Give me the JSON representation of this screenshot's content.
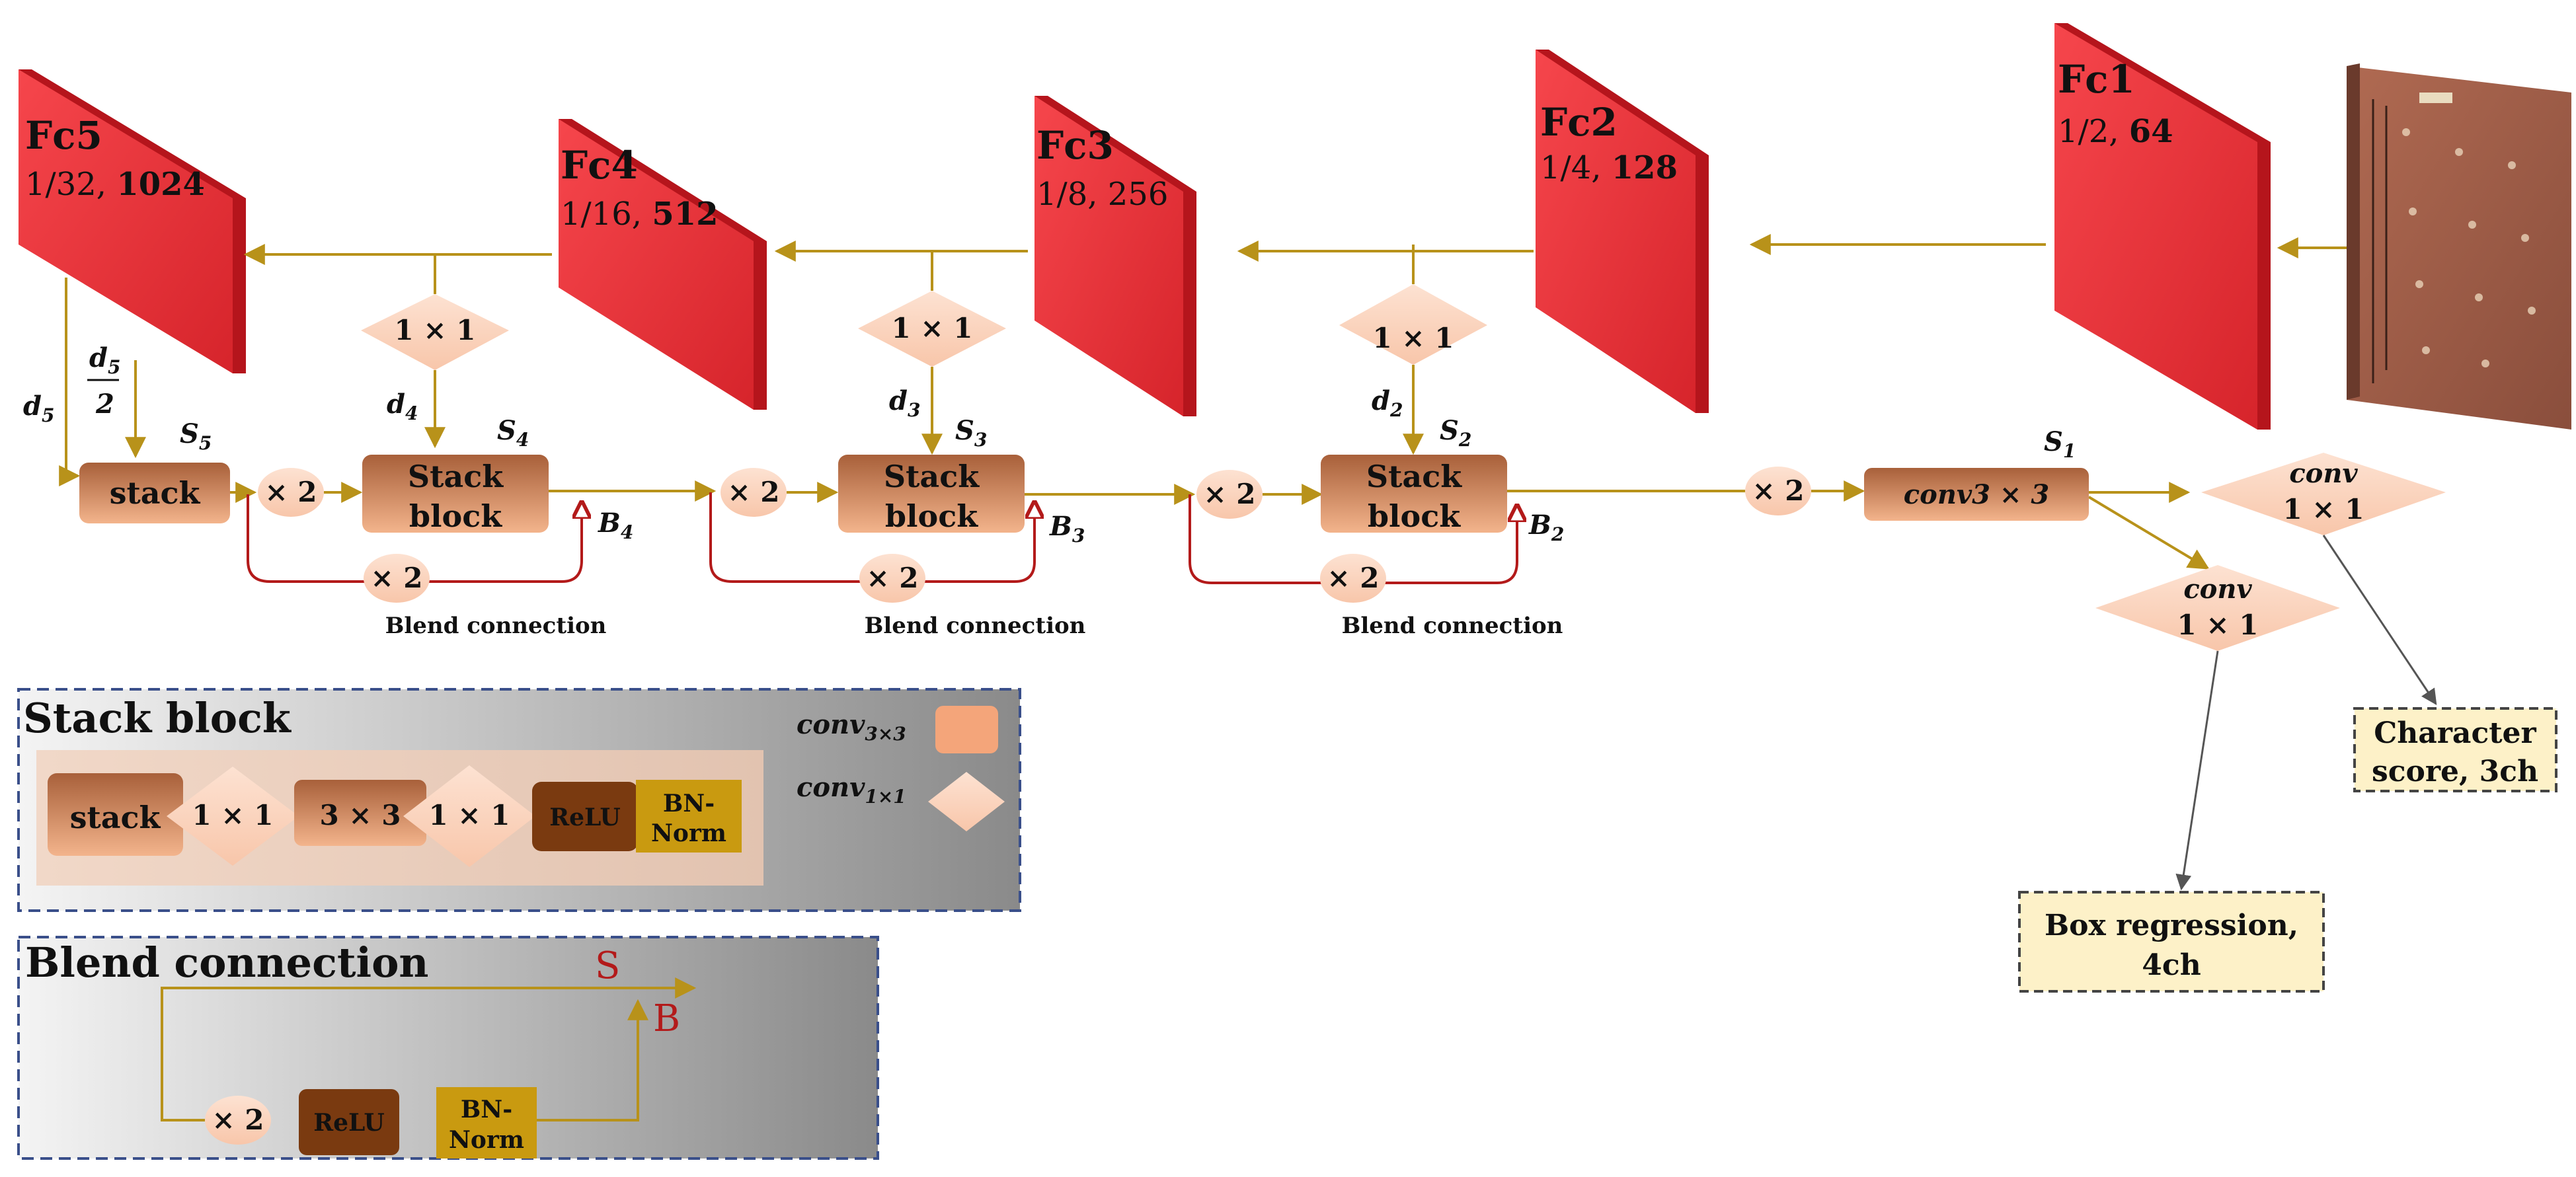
{
  "fc_layers": [
    {
      "name": "Fc5",
      "scale": "1/32",
      "channels": "1024"
    },
    {
      "name": "Fc4",
      "scale": "1/16",
      "channels": "512"
    },
    {
      "name": "Fc3",
      "scale": "1/8",
      "channels": "256"
    },
    {
      "name": "Fc2",
      "scale": "1/4",
      "channels": "128"
    },
    {
      "name": "Fc1",
      "scale": "1/2",
      "channels": "64"
    }
  ],
  "ops": {
    "one_by_one": "1 × 1",
    "three_by_three": "3 × 3",
    "times_two": "× 2",
    "stack": "stack",
    "stack_block_line1": "Stack",
    "stack_block_line2": "block",
    "conv3_main": "conv3 × 3",
    "conv": "conv",
    "relu": "ReLU",
    "bn_line1": "BN-",
    "bn_line2": "Norm",
    "blend_connection": "Blend connection"
  },
  "symbols": {
    "d5": "d",
    "d5_sub": "5",
    "d4": "d",
    "d4_sub": "4",
    "d3": "d",
    "d3_sub": "3",
    "d2": "d",
    "d2_sub": "2",
    "half_num": "d",
    "half_num_sub": "5",
    "half_den": "2",
    "s": "S",
    "s1": "1",
    "s2": "2",
    "s3": "3",
    "s4": "4",
    "s5": "5",
    "b": "B",
    "b2": "2",
    "b3": "3",
    "b4": "4"
  },
  "outputs": {
    "character_line1": "Character",
    "character_line2": "score, 3ch",
    "box_line1": "Box regression,",
    "box_line2": "4ch"
  },
  "legend": {
    "stack_block_title": "Stack block",
    "blend_title": "Blend connection",
    "conv3_key": "conv",
    "conv3_sub": "3×3",
    "conv1_key": "conv",
    "conv1_sub": "1×1",
    "S_label": "S",
    "B_label": "B"
  },
  "colors": {
    "fc_red": "#f1333a",
    "arrow_gold": "#b8921a",
    "blend_red": "#b31a1a",
    "box_brown": "#c47a50",
    "diamond_peach": "#fbd6c2",
    "relu_brown": "#7a3a10",
    "bn_gold": "#c99a10",
    "output_fill": "#fdf1c8",
    "legend_border": "#3a4f8a"
  }
}
